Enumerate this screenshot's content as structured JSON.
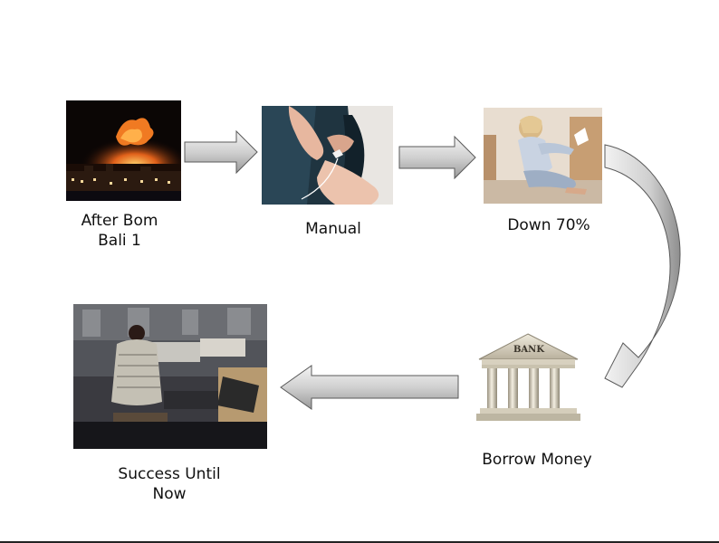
{
  "steps": [
    {
      "id": "after-bom-bali",
      "caption_lines": [
        "After Bom",
        "Bali 1"
      ]
    },
    {
      "id": "manual",
      "caption_lines": [
        "Manual"
      ]
    },
    {
      "id": "down",
      "caption_lines": [
        "Down 70%"
      ]
    },
    {
      "id": "borrow-money",
      "caption_lines": [
        "Borrow Money"
      ],
      "sign_text": "BANK"
    },
    {
      "id": "success",
      "caption_lines": [
        "Success Until",
        "Now"
      ]
    }
  ],
  "arrow_color": "#d0d0d0"
}
